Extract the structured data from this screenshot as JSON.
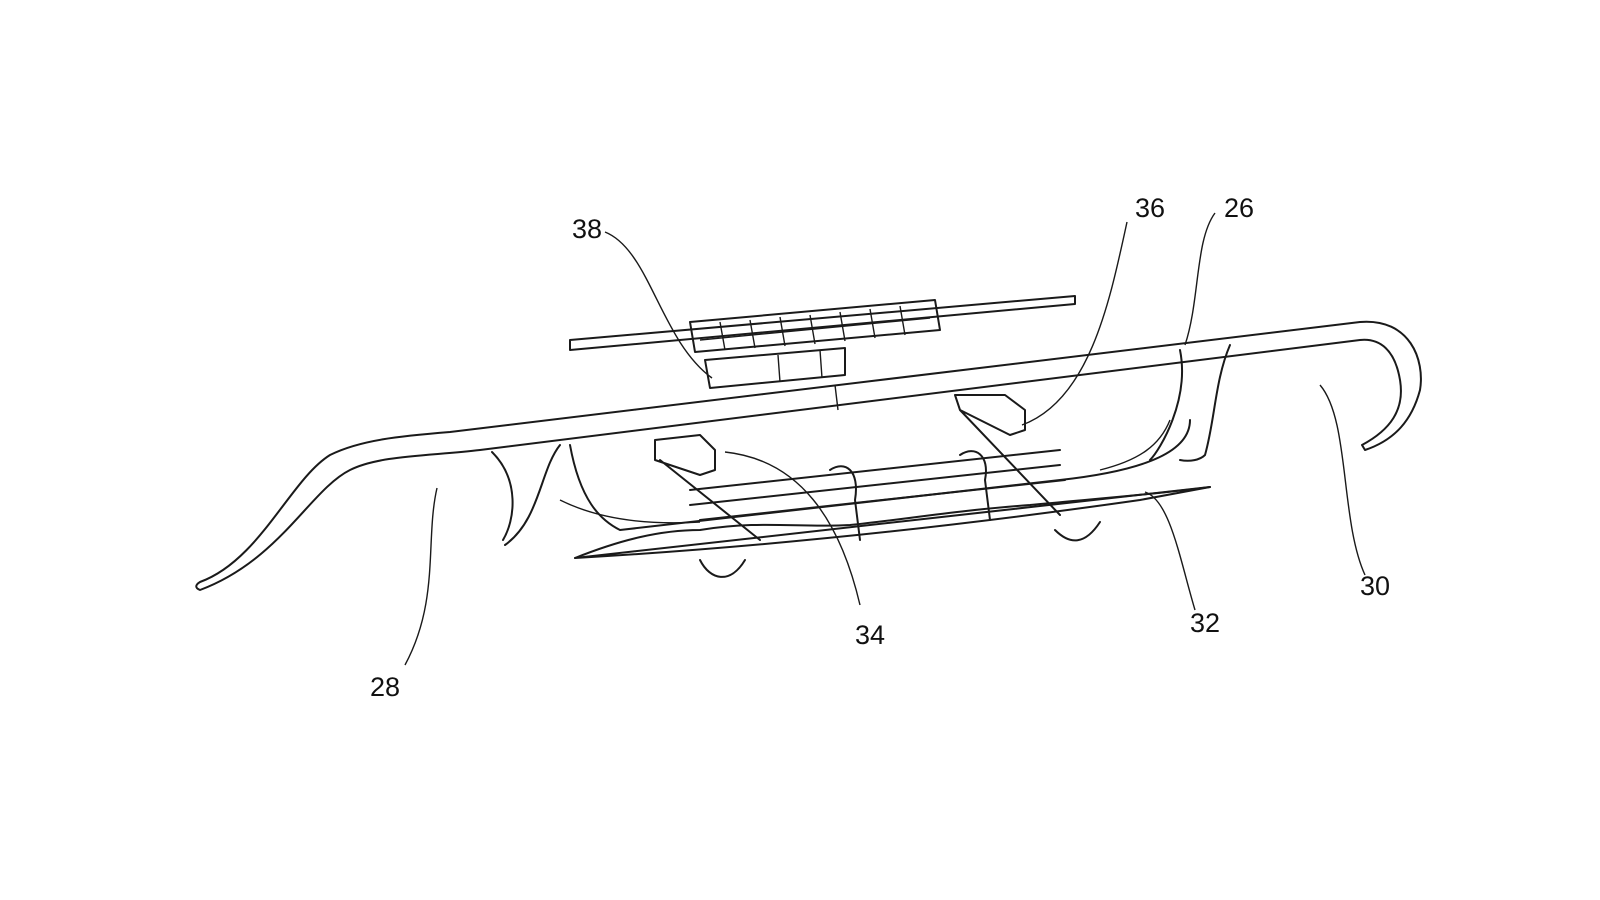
{
  "figure": {
    "reference_numerals": {
      "bumper": "26",
      "left_outlet": "28",
      "right_outlet": "30",
      "diffuser_panel": "32",
      "left_bracket": "34",
      "right_bracket": "36",
      "module": "38"
    }
  }
}
